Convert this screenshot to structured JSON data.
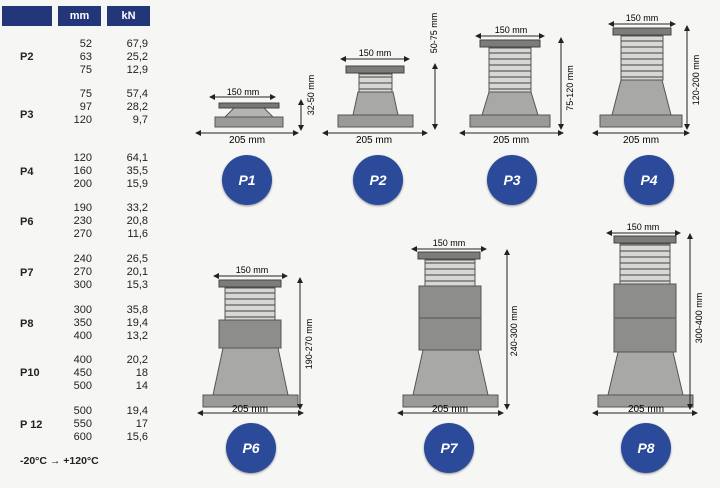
{
  "table": {
    "headers": {
      "mm": "mm",
      "kn": "kN"
    },
    "groups": [
      {
        "name": "P2",
        "mm": [
          "52",
          "63",
          "75"
        ],
        "kn": [
          "67,9",
          "25,2",
          "12,9"
        ]
      },
      {
        "name": "P3",
        "mm": [
          "75",
          "97",
          "120"
        ],
        "kn": [
          "57,4",
          "28,2",
          "9,7"
        ]
      },
      {
        "name": "P4",
        "mm": [
          "120",
          "160",
          "200"
        ],
        "kn": [
          "64,1",
          "35,5",
          "15,9"
        ]
      },
      {
        "name": "P6",
        "mm": [
          "190",
          "230",
          "270"
        ],
        "kn": [
          "33,2",
          "20,8",
          "11,6"
        ]
      },
      {
        "name": "P7",
        "mm": [
          "240",
          "270",
          "300"
        ],
        "kn": [
          "26,5",
          "20,1",
          "15,3"
        ]
      },
      {
        "name": "P8",
        "mm": [
          "300",
          "350",
          "400"
        ],
        "kn": [
          "35,8",
          "19,4",
          "13,2"
        ]
      },
      {
        "name": "P10",
        "mm": [
          "400",
          "450",
          "500"
        ],
        "kn": [
          "20,2",
          "18",
          "14"
        ]
      },
      {
        "name": "P 12",
        "mm": [
          "500",
          "550",
          "600"
        ],
        "kn": [
          "19,4",
          "17",
          "15,6"
        ]
      }
    ],
    "temperature": "-20°C → +120°C"
  },
  "pedestals": [
    {
      "id": "P1",
      "head": "150 mm",
      "base": "205 mm",
      "height": "32-50 mm"
    },
    {
      "id": "P2",
      "head": "150 mm",
      "base": "205 mm",
      "height": "50-75 mm"
    },
    {
      "id": "P3",
      "head": "150 mm",
      "base": "205 mm",
      "height": "75-120 mm"
    },
    {
      "id": "P4",
      "head": "150 mm",
      "base": "205 mm",
      "height": "120-200 mm"
    },
    {
      "id": "P6",
      "head": "150 mm",
      "base": "205 mm",
      "height": "190-270 mm"
    },
    {
      "id": "P7",
      "head": "150 mm",
      "base": "205 mm",
      "height": "240-300 mm"
    },
    {
      "id": "P8",
      "head": "150 mm",
      "base": "205 mm",
      "height": "300-400 mm"
    }
  ],
  "colors": {
    "header": "#24367a",
    "badge": "#2b4a9a",
    "body": "#9a9a98",
    "bodyDark": "#6f6f6d"
  }
}
